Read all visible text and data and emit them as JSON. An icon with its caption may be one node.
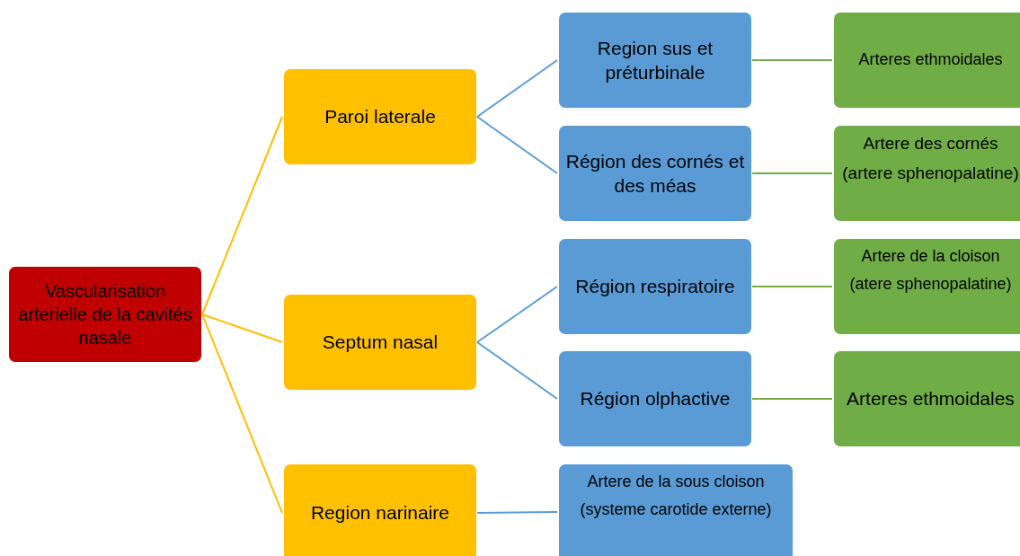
{
  "diagram": {
    "nodes": [
      {
        "text": [
          "Vascularisation arterielle de la cavités nasale"
        ]
      },
      {
        "text": [
          "Paroi laterale"
        ]
      },
      {
        "text": [
          "Septum nasal"
        ]
      },
      {
        "text": [
          "Region narinaire"
        ]
      },
      {
        "text": [
          "Region sus et préturbinale"
        ]
      },
      {
        "text": [
          "Région des cornés et des méas"
        ]
      },
      {
        "text": [
          "Région respiratoire"
        ]
      },
      {
        "text": [
          "Région olphactive"
        ]
      },
      {
        "text": [
          "Artere de la sous cloison",
          "(systeme carotide externe)"
        ]
      },
      {
        "text": [
          "Arteres ethmoidales"
        ]
      },
      {
        "text": [
          "Artere des cornés",
          "(artere sphenopalatine)"
        ]
      },
      {
        "text": [
          "Artere de la cloison",
          "(atere sphenopalatine)"
        ]
      },
      {
        "text": [
          "Arteres ethmoidales"
        ]
      }
    ],
    "edges": [
      {
        "from": 0,
        "to": 1,
        "arrow": "none",
        "color": "#ffc000"
      },
      {
        "from": 0,
        "to": 2,
        "arrow": "none",
        "color": "#ffc000"
      },
      {
        "from": 0,
        "to": 3,
        "arrow": "none",
        "color": "#ffc000"
      },
      {
        "from": 1,
        "to": 4,
        "arrow": "none"
      },
      {
        "from": 1,
        "to": 5,
        "arrow": "none"
      },
      {
        "from": 2,
        "to": 6,
        "arrow": "none"
      },
      {
        "from": 2,
        "to": 7,
        "arrow": "none"
      },
      {
        "from": 3,
        "to": 8,
        "arrow": "none"
      },
      {
        "from": 4,
        "to": 9,
        "arrow": "none",
        "color": "#70ad47"
      },
      {
        "from": 5,
        "to": 10,
        "arrow": "none",
        "color": "#70ad47"
      },
      {
        "from": 6,
        "to": 11,
        "arrow": "none",
        "color": "#70ad47"
      },
      {
        "from": 7,
        "to": 12,
        "arrow": "none",
        "color": "#70ad47"
      }
    ]
  }
}
